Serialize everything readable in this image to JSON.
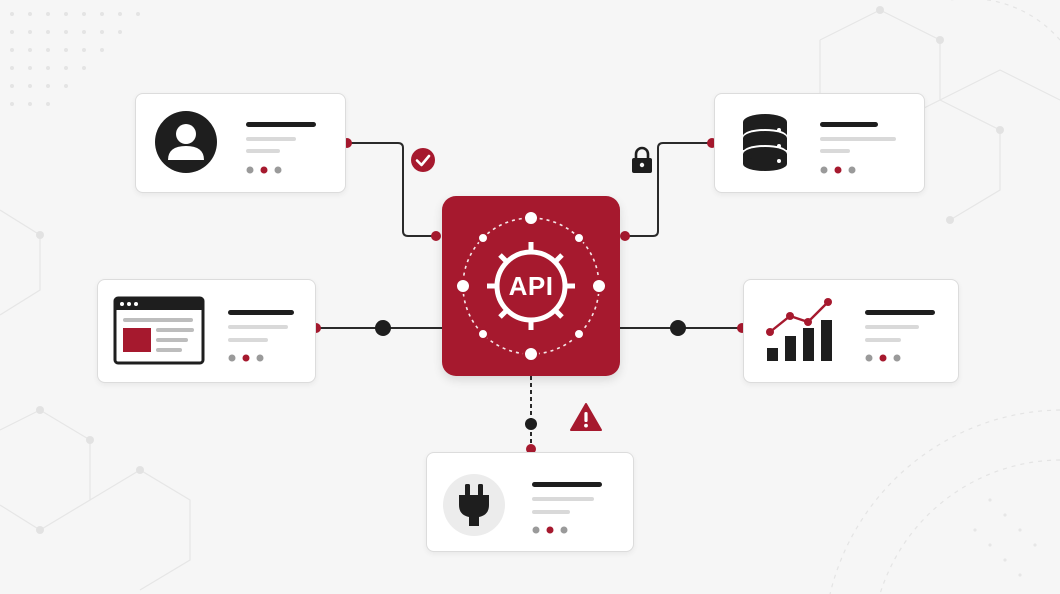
{
  "hub": {
    "label": "API"
  },
  "colors": {
    "accent": "#a6192e",
    "dark": "#1e1e1e",
    "line": "#2a2a2a",
    "card_border": "#dcdcdc",
    "placeholder_bar": "#d9d9d9",
    "dot_gray": "#9a9a9a",
    "background": "#f6f6f6"
  },
  "nodes": [
    {
      "id": "user",
      "icon": "user-avatar-icon"
    },
    {
      "id": "database",
      "icon": "database-icon"
    },
    {
      "id": "web-app",
      "icon": "browser-window-icon"
    },
    {
      "id": "analytics",
      "icon": "bar-chart-trend-icon"
    },
    {
      "id": "plugin",
      "icon": "power-plug-icon"
    }
  ],
  "connections": [
    {
      "from": "user",
      "to": "hub",
      "style": "solid",
      "status_icon": "check-circle-icon"
    },
    {
      "from": "database",
      "to": "hub",
      "style": "solid",
      "status_icon": "padlock-icon"
    },
    {
      "from": "web-app",
      "to": "hub",
      "style": "solid"
    },
    {
      "from": "analytics",
      "to": "hub",
      "style": "solid"
    },
    {
      "from": "plugin",
      "to": "hub",
      "style": "dashed",
      "status_icon": "warning-triangle-icon"
    }
  ]
}
